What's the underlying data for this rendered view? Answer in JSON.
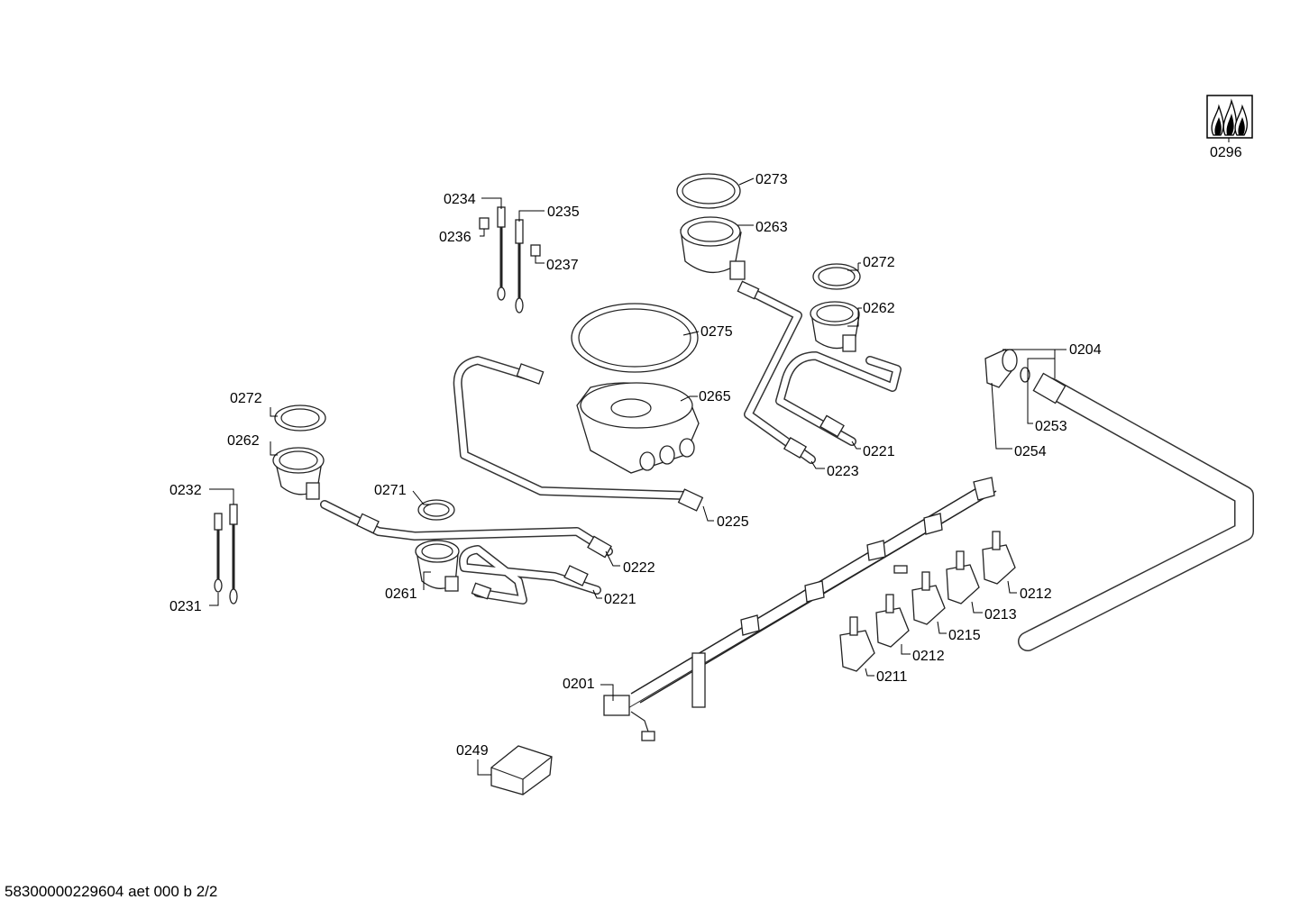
{
  "footer": "58300000229604 aet 000 b 2/2",
  "labels": {
    "l0296": "0296",
    "l0273": "0273",
    "l0263": "0263",
    "l0272a": "0272",
    "l0262a": "0262",
    "l0204": "0204",
    "l0253": "0253",
    "l0254": "0254",
    "l0221a": "0221",
    "l0223": "0223",
    "l0234": "0234",
    "l0235": "0235",
    "l0236": "0236",
    "l0237": "0237",
    "l0275": "0275",
    "l0265": "0265",
    "l0272b": "0272",
    "l0262b": "0262",
    "l0232": "0232",
    "l0231": "0231",
    "l0271": "0271",
    "l0261": "0261",
    "l0225": "0225",
    "l0222": "0222",
    "l0221b": "0221",
    "l0212a": "0212",
    "l0213": "0213",
    "l0215": "0215",
    "l0212b": "0212",
    "l0211": "0211",
    "l0201": "0201",
    "l0249": "0249"
  }
}
